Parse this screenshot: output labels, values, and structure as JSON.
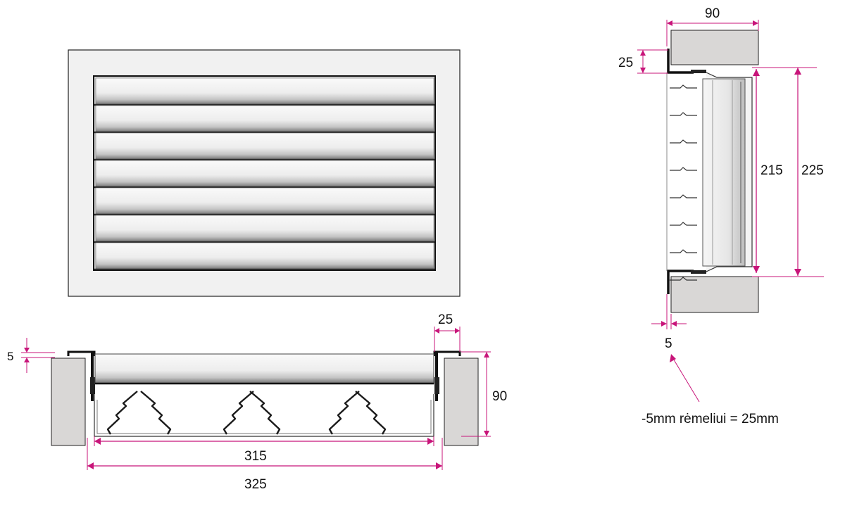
{
  "colors": {
    "dimension": "#c8157a",
    "wall": "#d9d7d6",
    "frame_fill": "#f1f1f1",
    "outline": "#1a1a1a",
    "blade_light": "#ececec",
    "blade_dark": "#8c8c8c"
  },
  "front_view": {
    "blade_count": 7
  },
  "section_view": {
    "dims": {
      "flange_width": "25",
      "flange_step": "5",
      "depth": "90",
      "inner_width": "315",
      "outer_width": "325"
    }
  },
  "side_view": {
    "dims": {
      "depth": "90",
      "flange_width": "25",
      "inner_height": "215",
      "outer_height": "225",
      "gap": "5"
    },
    "note": "-5mm rėmeliui = 25mm"
  }
}
